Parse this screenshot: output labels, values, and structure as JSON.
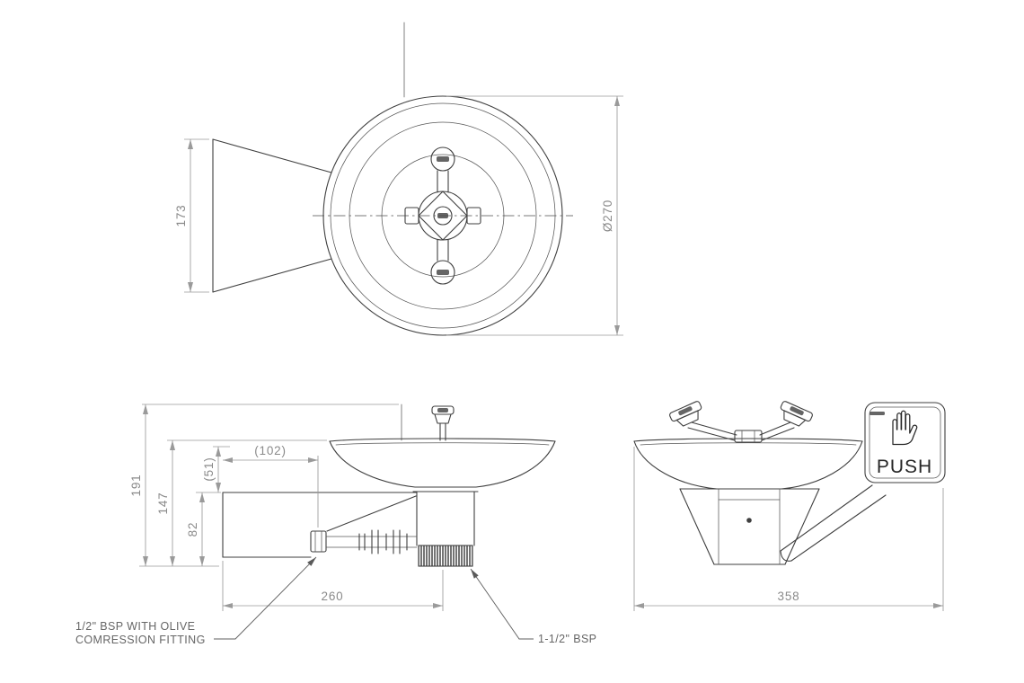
{
  "sheet": {
    "background": "#ffffff",
    "geometry_color": "#3f3f3f",
    "dimension_color": "#9a9a9a",
    "dim_text_color": "#8a8a8a"
  },
  "top_view": {
    "dim_bracket_height": "173",
    "dim_bowl_diameter": "Ø270"
  },
  "side_view": {
    "dim_overall_height": "191",
    "dim_rim_height": "147",
    "dim_body_height": "82",
    "dim_ref_drop": "(51)",
    "dim_ref_inlet": "(102)",
    "dim_wall_reach": "260",
    "inlet_label_line1": "1/2\" BSP WITH OLIVE",
    "inlet_label_line2": "COMRESSION FITTING",
    "waste_label": "1-1/2\" BSP"
  },
  "front_view": {
    "dim_overall_width": "358",
    "push_sign": {
      "label": "PUSH",
      "icon": "open-hand-icon"
    }
  }
}
